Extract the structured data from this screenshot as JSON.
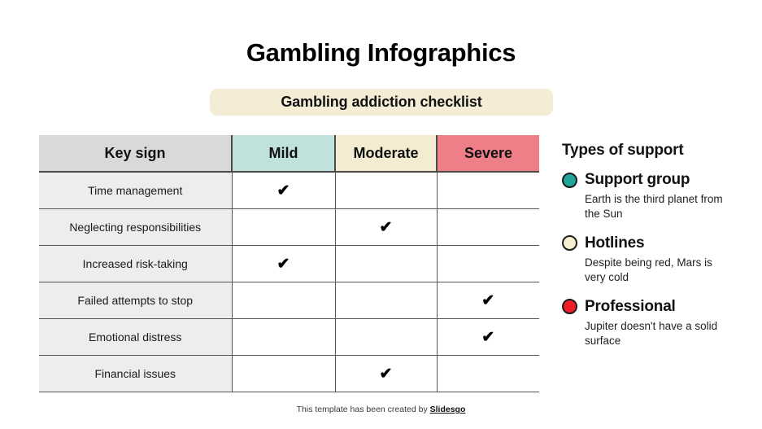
{
  "page_title": "Gambling Infographics",
  "subtitle": "Gambling addiction checklist",
  "table": {
    "columns": [
      {
        "label": "Key sign",
        "color": "#d9d9d9"
      },
      {
        "label": "Mild",
        "color": "#bfe2dc"
      },
      {
        "label": "Moderate",
        "color": "#f4ecd0"
      },
      {
        "label": "Severe",
        "color": "#ee7f88"
      }
    ],
    "check_glyph": "✔",
    "rows": [
      {
        "sign": "Time management",
        "mild": true,
        "moderate": false,
        "severe": false
      },
      {
        "sign": "Neglecting responsibilities",
        "mild": false,
        "moderate": true,
        "severe": false
      },
      {
        "sign": "Increased risk-taking",
        "mild": true,
        "moderate": false,
        "severe": false
      },
      {
        "sign": "Failed attempts to stop",
        "mild": false,
        "moderate": false,
        "severe": true
      },
      {
        "sign": "Emotional distress",
        "mild": false,
        "moderate": false,
        "severe": true
      },
      {
        "sign": "Financial issues",
        "mild": false,
        "moderate": true,
        "severe": false
      }
    ]
  },
  "legend": {
    "title": "Types of support",
    "items": [
      {
        "name": "Support group",
        "description": "Earth is the third planet from the Sun",
        "color": "#21a699"
      },
      {
        "name": "Hotlines",
        "description": "Despite being red, Mars is very cold",
        "color": "#f7efcf"
      },
      {
        "name": "Professional",
        "description": "Jupiter doesn't have a solid surface",
        "color": "#ee1d25"
      }
    ]
  },
  "footer": {
    "text": "This template has been created by ",
    "brand": "Slidesgo"
  }
}
